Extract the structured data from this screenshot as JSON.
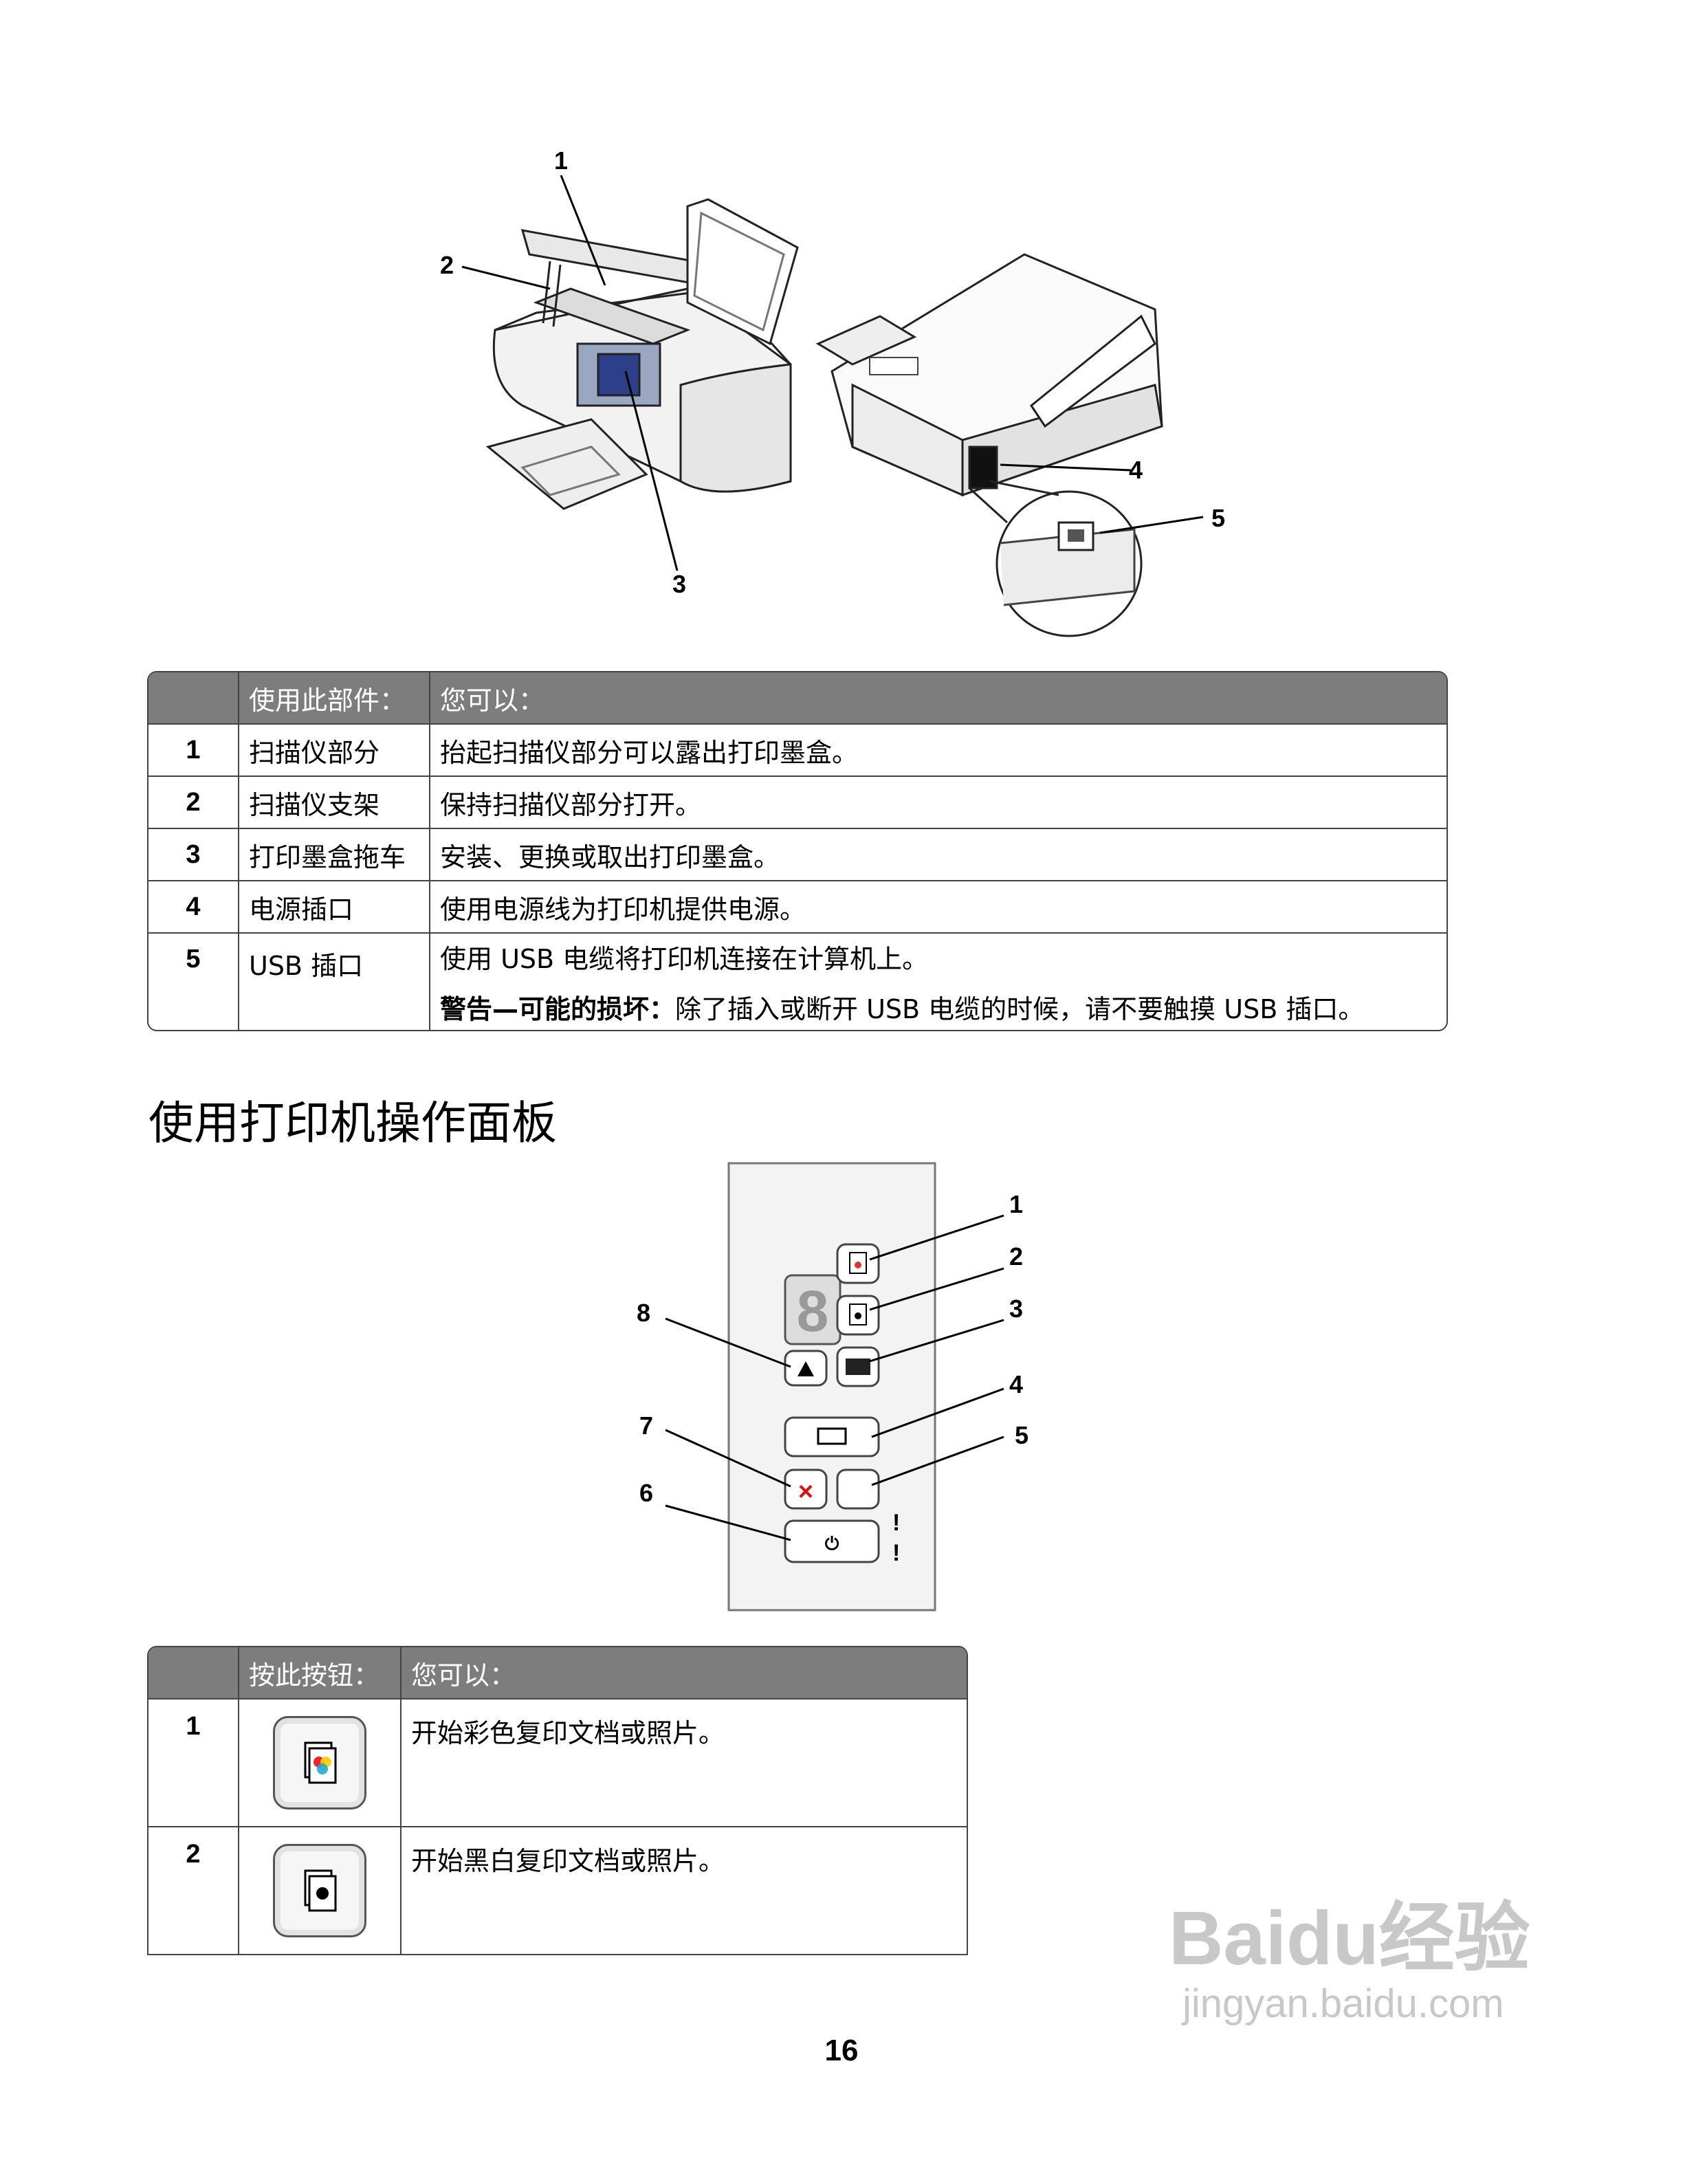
{
  "figure1": {
    "callouts": [
      "1",
      "2",
      "3",
      "4",
      "5"
    ]
  },
  "parts_table": {
    "headers": [
      "",
      "使用此部件：",
      "您可以："
    ],
    "rows": [
      {
        "num": "1",
        "part": "扫描仪部分",
        "desc": "抬起扫描仪部分可以露出打印墨盒。"
      },
      {
        "num": "2",
        "part": "扫描仪支架",
        "desc": "保持扫描仪部分打开。"
      },
      {
        "num": "3",
        "part": "打印墨盒拖车",
        "desc": "安装、更换或取出打印墨盒。"
      },
      {
        "num": "4",
        "part": "电源插口",
        "desc": "使用电源线为打印机提供电源。"
      },
      {
        "num": "5",
        "part": "USB 插口",
        "desc": "使用 USB 电缆将打印机连接在计算机上。"
      }
    ],
    "warning_bold": "警告—可能的损坏：",
    "warning_text": "除了插入或断开 USB 电缆的时候，请不要触摸 USB 插口。"
  },
  "section_title": "使用打印机操作面板",
  "figure2": {
    "callouts": [
      "1",
      "2",
      "3",
      "4",
      "5",
      "6",
      "7",
      "8"
    ]
  },
  "buttons_table": {
    "headers": [
      "",
      "按此按钮：",
      "您可以："
    ],
    "rows": [
      {
        "num": "1",
        "icon": "color-copy-icon",
        "desc": "开始彩色复印文档或照片。"
      },
      {
        "num": "2",
        "icon": "black-copy-icon",
        "desc": "开始黑白复印文档或照片。"
      }
    ]
  },
  "page_number": "16",
  "watermark": {
    "brand": "Baidu经验",
    "url": "jingyan.baidu.com"
  }
}
